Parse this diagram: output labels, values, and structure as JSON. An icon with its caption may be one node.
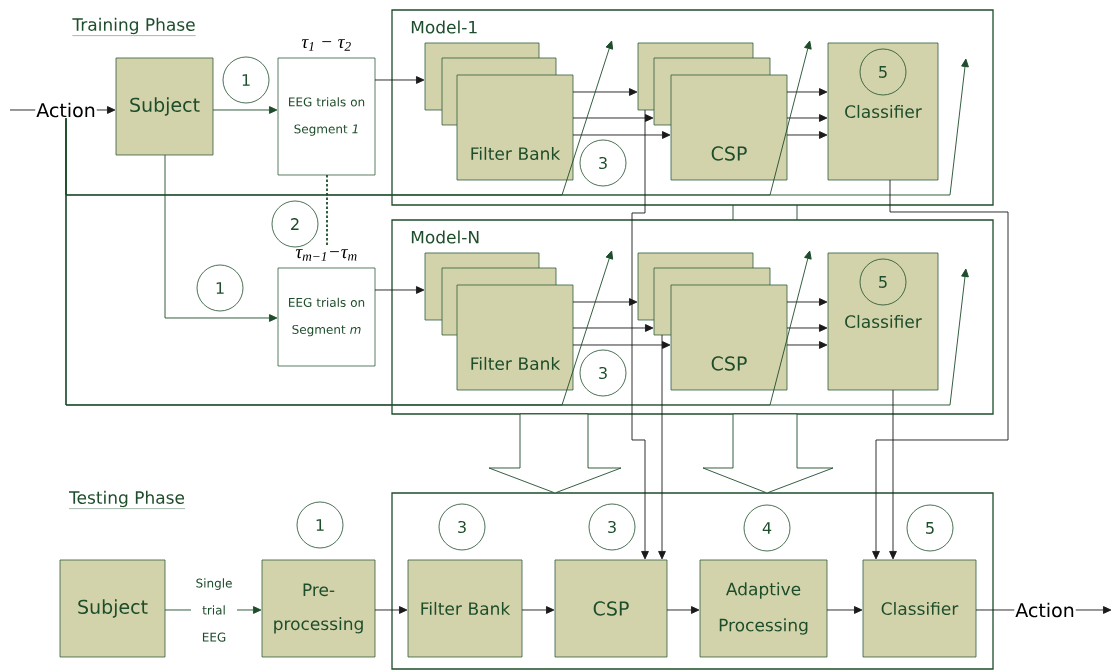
{
  "diagram": {
    "nodes": [
      {
        "text": [
          "Action"
        ]
      },
      {
        "text": [
          "Subject"
        ]
      },
      {
        "text": [
          "1"
        ]
      },
      {
        "text": [
          "EEG trials on Segment *1*"
        ],
        "beside": [
          "τ$_{1}$ − τ$_{2}$"
        ]
      },
      {
        "text": [
          "Model-1"
        ]
      },
      {
        "text": [],
        "shape": "box",
        "in": 4
      },
      {
        "text": [],
        "shape": "box",
        "in": 4
      },
      {
        "text": [
          "Filter Bank"
        ],
        "in": 4
      },
      {
        "text": [],
        "shape": "box",
        "in": 4
      },
      {
        "text": [],
        "shape": "box",
        "in": 4
      },
      {
        "text": [
          "CSP"
        ],
        "in": 4
      },
      {
        "text": [
          "Classifier"
        ],
        "in": 4
      },
      {
        "text": [
          "5"
        ],
        "in": 11
      },
      {
        "text": [
          "3"
        ],
        "in": 4
      },
      {
        "text": [
          "2"
        ]
      },
      {
        "text": [
          "1"
        ]
      },
      {
        "text": [
          "EEG trials on Segment *m*"
        ],
        "beside": [
          "τ$_{m−1}$−τ$_{m}$"
        ]
      },
      {
        "text": [
          "Model-N"
        ]
      },
      {
        "text": [],
        "shape": "box",
        "in": 17
      },
      {
        "text": [],
        "shape": "box",
        "in": 17
      },
      {
        "text": [
          "Filter Bank"
        ],
        "in": 17
      },
      {
        "text": [],
        "shape": "box",
        "in": 17
      },
      {
        "text": [],
        "shape": "box",
        "in": 17
      },
      {
        "text": [
          "CSP"
        ],
        "in": 17
      },
      {
        "text": [
          "Classifier"
        ],
        "in": 17
      },
      {
        "text": [
          "5"
        ],
        "in": 24
      },
      {
        "text": [
          "3"
        ],
        "in": 17
      },
      {
        "text": [
          "Subject"
        ]
      },
      {
        "text": [
          "1"
        ]
      },
      {
        "text": [
          "Pre-processing"
        ]
      },
      {
        "text": [],
        "shape": "box"
      },
      {
        "text": [
          "3"
        ],
        "in": 30
      },
      {
        "text": [
          "3"
        ],
        "in": 30
      },
      {
        "text": [
          "4"
        ],
        "in": 30
      },
      {
        "text": [
          "5"
        ],
        "in": 30
      },
      {
        "text": [
          "Filter Bank"
        ],
        "in": 30
      },
      {
        "text": [
          "CSP"
        ],
        "in": 30
      },
      {
        "text": [
          "Adaptive Processing"
        ],
        "in": 30
      },
      {
        "text": [
          "Classifier"
        ],
        "in": 30
      },
      {
        "text": [
          "Action"
        ]
      }
    ],
    "edges": [
      {
        "from": null,
        "to": 0,
        "arrow": "none"
      },
      {
        "from": 0,
        "to": 1,
        "arrow": "to"
      },
      {
        "from": 1,
        "to": 3,
        "arrow": "to",
        "color": "#1e4d2b"
      },
      {
        "from": 1,
        "to": 16,
        "arrow": "to",
        "color": "#1e4d2b"
      },
      {
        "from": 3,
        "to": 16,
        "arrow": "none",
        "style": "dashed",
        "color": "#1e4d2b"
      },
      {
        "from": 3,
        "to": 5,
        "arrow": "to"
      },
      {
        "from": 7,
        "to": 8,
        "arrow": "to"
      },
      {
        "from": 7,
        "to": 9,
        "arrow": "to"
      },
      {
        "from": 7,
        "to": 10,
        "arrow": "to"
      },
      {
        "from": 10,
        "to": 11,
        "arrow": "to"
      },
      {
        "from": 10,
        "to": 11,
        "arrow": "to"
      },
      {
        "from": 10,
        "to": 11,
        "arrow": "to"
      },
      {
        "from": 0,
        "to": null,
        "arrow": "to",
        "color": "#1e4d2b"
      },
      {
        "from": 0,
        "to": null,
        "arrow": "to",
        "color": "#1e4d2b"
      },
      {
        "from": 0,
        "to": null,
        "arrow": "to",
        "color": "#1e4d2b"
      },
      {
        "from": 4,
        "to": 17,
        "arrow": "none",
        "color": "#1e4d2b"
      },
      {
        "from": 16,
        "to": 18,
        "arrow": "to"
      },
      {
        "from": 20,
        "to": 21,
        "arrow": "to"
      },
      {
        "from": 20,
        "to": 22,
        "arrow": "to"
      },
      {
        "from": 20,
        "to": 23,
        "arrow": "to"
      },
      {
        "from": 23,
        "to": 24,
        "arrow": "to"
      },
      {
        "from": 23,
        "to": 24,
        "arrow": "to"
      },
      {
        "from": 23,
        "to": 24,
        "arrow": "to"
      },
      {
        "from": 0,
        "to": null,
        "arrow": "to",
        "color": "#1e4d2b"
      },
      {
        "from": 0,
        "to": null,
        "arrow": "to",
        "color": "#1e4d2b"
      },
      {
        "from": 0,
        "to": null,
        "arrow": "to",
        "color": "#1e4d2b"
      },
      {
        "from": 17,
        "to": 30,
        "arrow": "to",
        "color": "#1e4d2b"
      },
      {
        "from": 17,
        "to": 30,
        "arrow": "to",
        "color": "#1e4d2b"
      },
      {
        "from": 8,
        "to": 36,
        "arrow": "to"
      },
      {
        "from": 22,
        "to": 36,
        "arrow": "to"
      },
      {
        "from": 11,
        "to": 38,
        "arrow": "to"
      },
      {
        "from": 24,
        "to": 38,
        "arrow": "to"
      },
      {
        "from": 27,
        "to": 29,
        "arrow": "to",
        "label": "Single trial EEG",
        "color": "#1e4d2b"
      },
      {
        "from": 29,
        "to": 35,
        "arrow": "to"
      },
      {
        "from": 35,
        "to": 36,
        "arrow": "to"
      },
      {
        "from": 36,
        "to": 37,
        "arrow": "to"
      },
      {
        "from": 37,
        "to": 38,
        "arrow": "to"
      },
      {
        "from": 38,
        "to": 39,
        "arrow": "none"
      },
      {
        "from": 39,
        "to": null,
        "arrow": "to"
      }
    ],
    "labels": [
      "Training Phase",
      "Testing Phase"
    ]
  }
}
